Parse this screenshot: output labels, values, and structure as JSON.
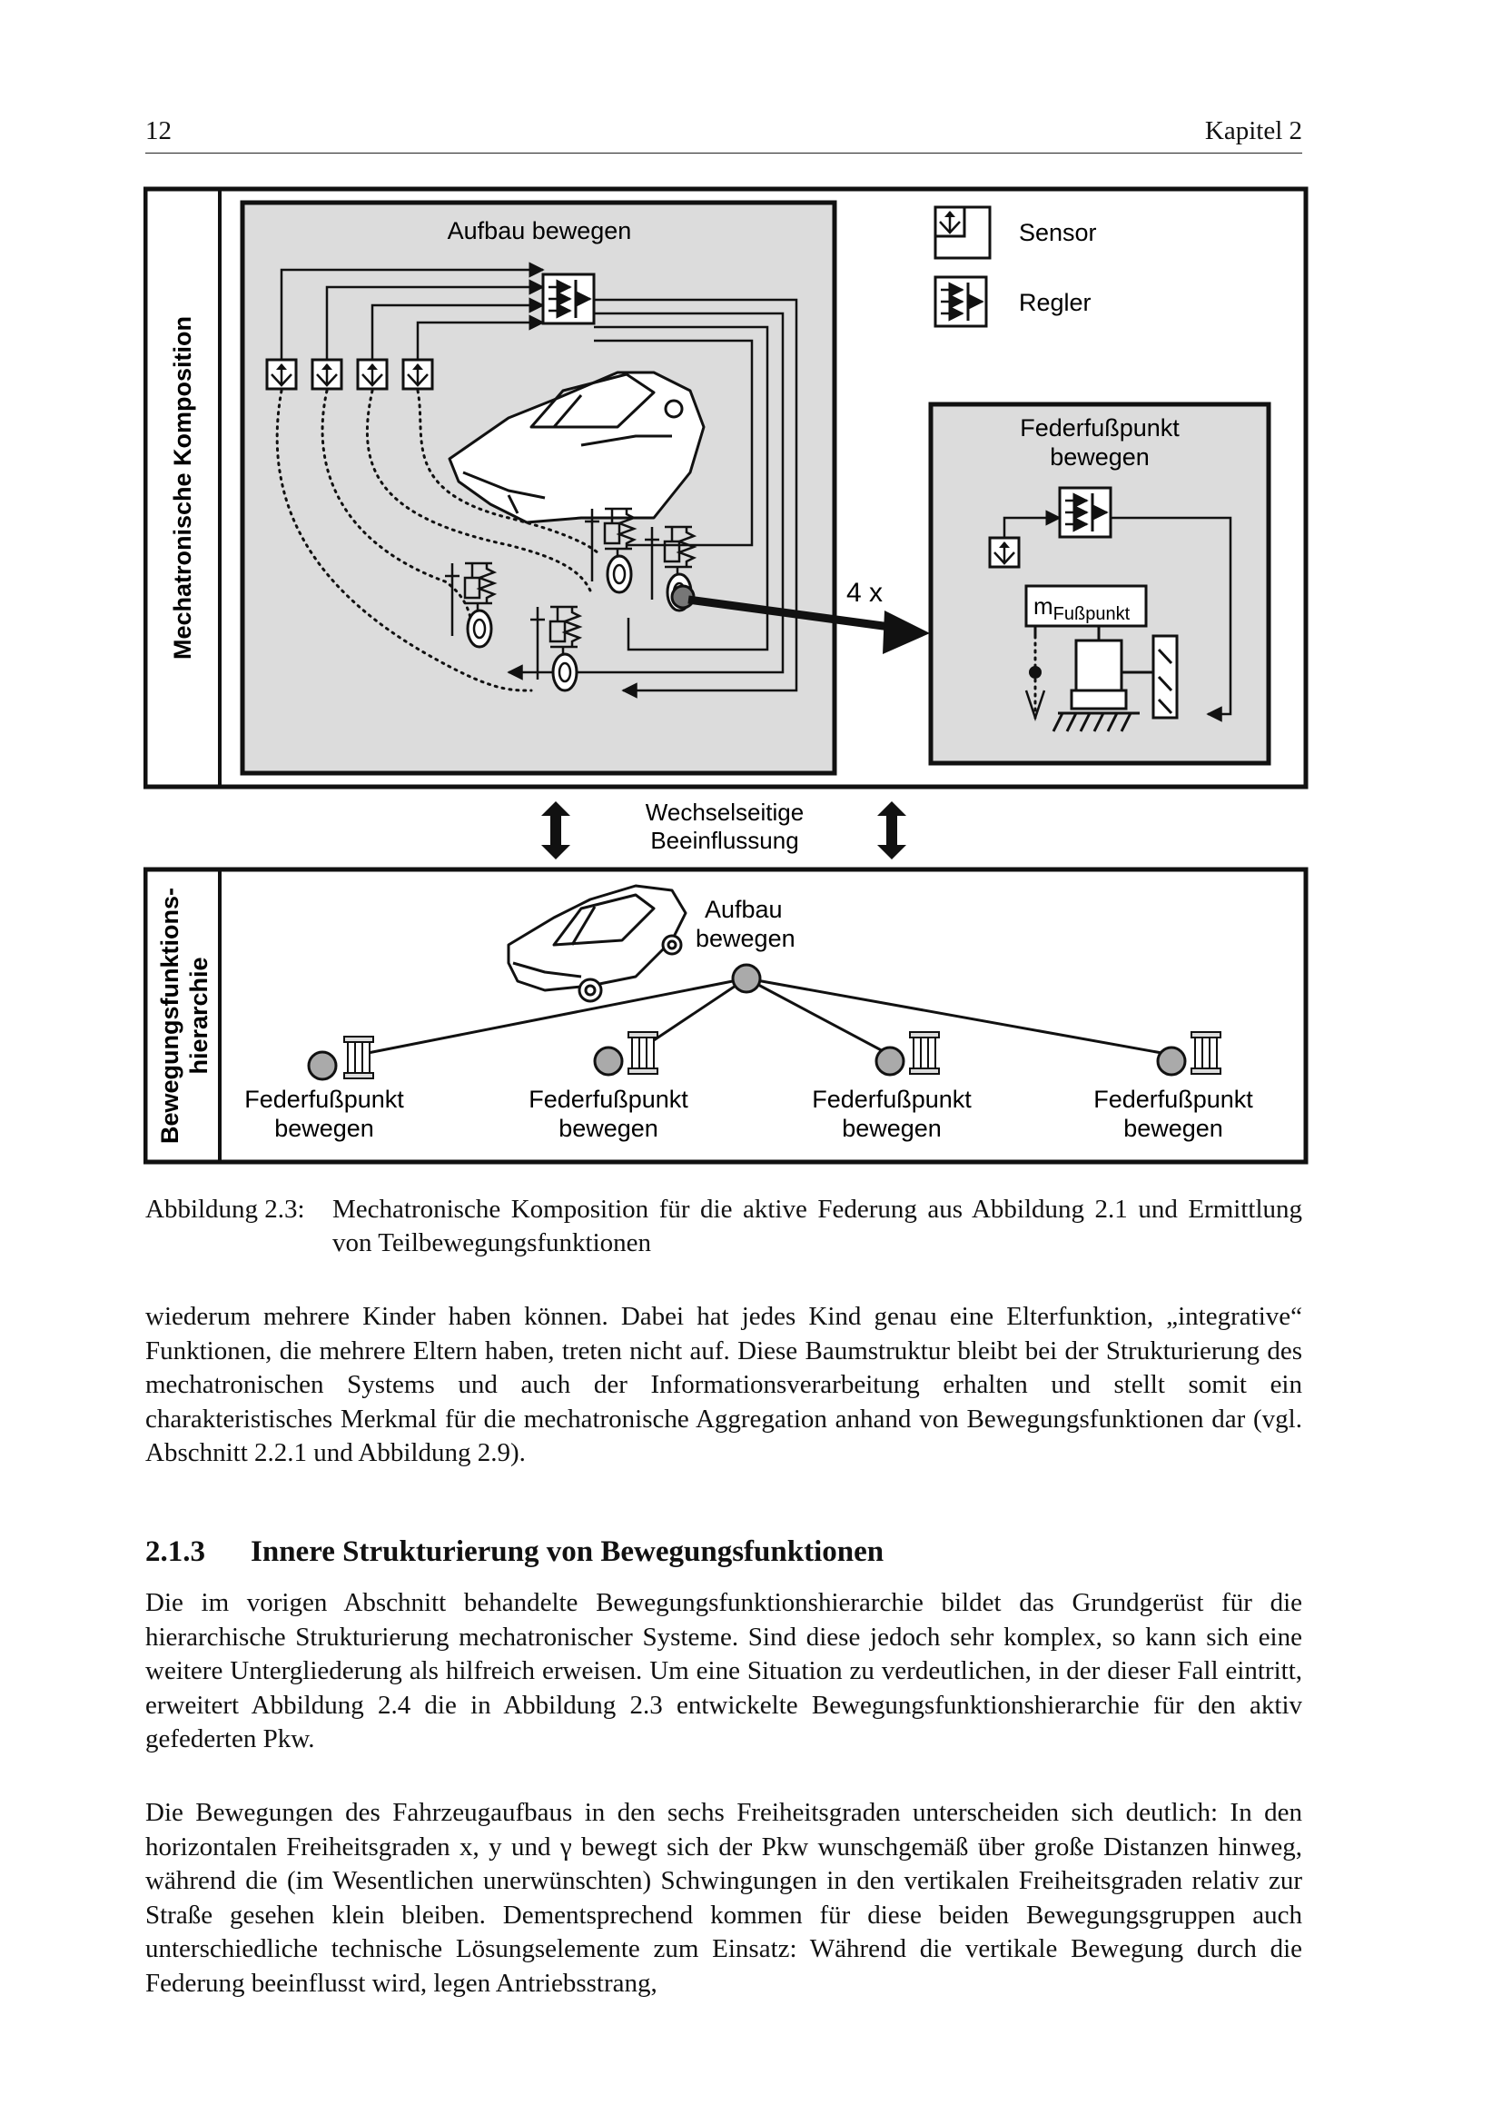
{
  "header": {
    "page_number": "12",
    "chapter": "Kapitel 2"
  },
  "figure": {
    "top_side_label": "Mechatronische Komposition",
    "bottom_side_label_1": "Bewegungsfunktions-",
    "bottom_side_label_2": "hierarchie",
    "main_title": "Aufbau bewegen",
    "legend_sensor": "Sensor",
    "legend_regler": "Regler",
    "right_title_1": "Federfußpunkt",
    "right_title_2": "bewegen",
    "mass_label_m": "m",
    "mass_label_sub": "Fußpunkt",
    "multiplier": "4 x",
    "interaction_1": "Wechselseitige",
    "interaction_2": "Beeinflussung",
    "root_label_1": "Aufbau",
    "root_label_2": "bewegen",
    "leaves": [
      {
        "line1": "Federfußpunkt",
        "line2": "bewegen"
      },
      {
        "line1": "Federfußpunkt",
        "line2": "bewegen"
      },
      {
        "line1": "Federfußpunkt",
        "line2": "bewegen"
      },
      {
        "line1": "Federfußpunkt",
        "line2": "bewegen"
      }
    ]
  },
  "caption": {
    "label": "Abbildung 2.3:",
    "text": "Mechatronische Komposition für die aktive Federung aus Abbildung 2.1 und Er­mittlung von Teilbewegungsfunktionen"
  },
  "paragraph_1": "wiederum mehrere Kinder haben können. Dabei hat jedes Kind genau eine Elterfunktion, „integrative“ Funktionen, die mehrere Eltern haben, treten nicht auf. Diese Baumstruktur bleibt bei der Strukturierung des mechatronischen Systems und auch der Informationsverarbeitung erhalten und stellt somit ein charakteristisches Merkmal für die mechatronische Aggregation anhand von Bewegungsfunktionen dar (vgl. Abschnitt 2.2.1 und Abbildung 2.9).",
  "section": {
    "number": "2.1.3",
    "title": "Innere Strukturierung von Bewegungsfunktionen"
  },
  "paragraph_2": "Die im vorigen Abschnitt behandelte Bewegungsfunktionshierarchie bildet das Grundgerüst für die hierarchische Strukturierung mechatronischer Systeme. Sind diese jedoch sehr komplex, so kann sich eine weitere Untergliederung als hilfreich erweisen. Um eine Situation zu verdeutlichen, in der dieser Fall eintritt, erweitert Abbildung 2.4 die in Abbildung 2.3 entwickelte Bewegungsfunktionshierarchie für den aktiv gefederten Pkw.",
  "paragraph_3": "Die Bewegungen des Fahrzeugaufbaus in den sechs Freiheitsgraden unterscheiden sich deutlich: In den horizontalen Freiheitsgraden x, y und γ bewegt sich der Pkw wunschgemäß über große Distanzen hinweg, während die (im Wesentlichen unerwünschten) Schwingungen in den vertikalen Freiheitsgraden relativ zur Straße gesehen klein bleiben. Dementsprechend kommen für diese beiden Bewegungsgruppen auch unterschiedliche technische Lösungselemente zum Einsatz: Während die vertikale Bewegung durch die Federung beeinflusst wird, legen Antriebsstrang,"
}
